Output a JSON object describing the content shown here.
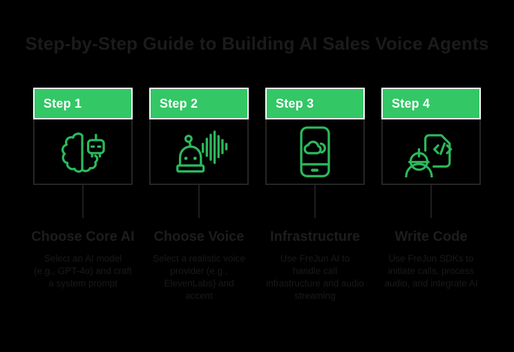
{
  "page": {
    "title": "Step-by-Step Guide to Building AI Sales Voice Agents"
  },
  "theme": {
    "background_color": "#000000",
    "accent_green": "#33C766",
    "icon_green": "#2CB95C",
    "badge_border_color": "#FFFFFF",
    "badge_text_color": "#FFFFFF",
    "dim_text_color": "#1b1b1d",
    "box_border_color": "#262626"
  },
  "steps": [
    {
      "badge": "Step 1",
      "icon": "brain-robot-icon",
      "heading": "Choose Core AI",
      "description": "Select an AI model (e.g., GPT-4o) and craft a system prompt"
    },
    {
      "badge": "Step 2",
      "icon": "voice-robot-icon",
      "heading": "Choose Voice",
      "description": "Select a realistic voice provider (e.g., ElevenLabs) and accent"
    },
    {
      "badge": "Step 3",
      "icon": "phone-cloud-icon",
      "heading": "Infrastructure",
      "description": "Use FreJun AI to handle call infrastructure and audio streaming"
    },
    {
      "badge": "Step 4",
      "icon": "engineer-code-icon",
      "heading": "Write Code",
      "description": "Use FreJun SDKs to initiate calls, process audio, and integrate AI"
    }
  ]
}
